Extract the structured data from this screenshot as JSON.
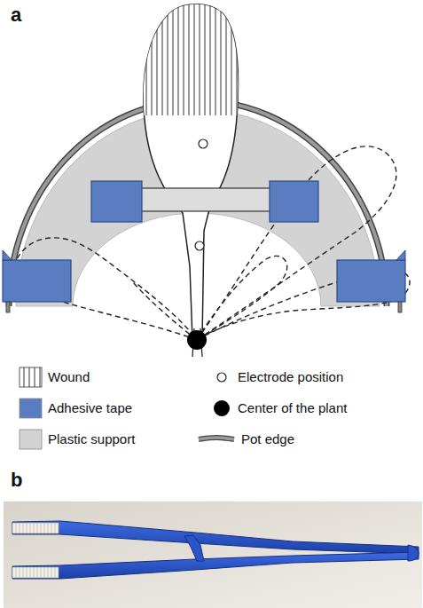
{
  "diagram": {
    "labels": [
      "a",
      "b"
    ],
    "legend": [
      {
        "text": "Wound"
      },
      {
        "text": "Adhesive tape",
        "color": "#5a7dc1"
      },
      {
        "text": "Plastic support",
        "color": "#d3d3d3"
      },
      {
        "text": "Electrode position"
      },
      {
        "text": "Center of the plant"
      },
      {
        "text": "Pot edge"
      }
    ]
  }
}
